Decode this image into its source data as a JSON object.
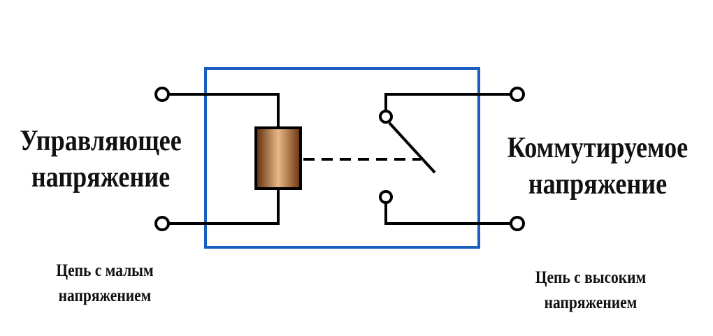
{
  "left": {
    "title_line1": "Управляющее",
    "title_line2": "напряжение",
    "note_line1": "Цепь с малым",
    "note_line2": "напряжением"
  },
  "right": {
    "title_line1": "Коммутируемое",
    "title_line2": "напряжение",
    "note_line1": "Цепь с высоким",
    "note_line2": "напряжением"
  },
  "colors": {
    "relay_border": "#1a5fc0",
    "wire": "#000000",
    "coil_dark": "#5e2c09",
    "coil_light": "#e6b888"
  }
}
